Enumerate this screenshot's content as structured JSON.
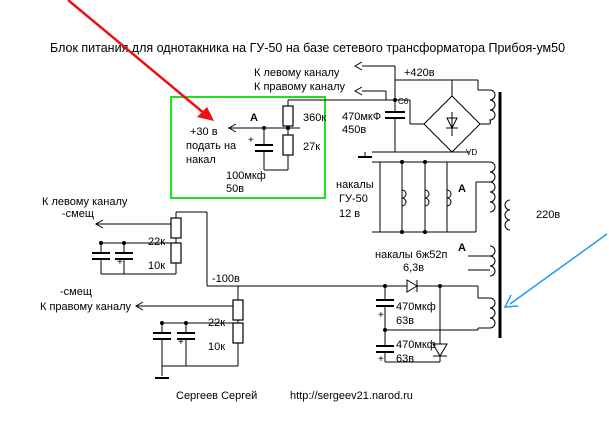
{
  "title": "Блок питания для однотакника на ГУ-50 на базе сетевого трансформатора Прибоя-ум50",
  "footer": {
    "author": "Сергеев Сергей",
    "url": "http://sergeev21.narod.ru"
  },
  "labels": {
    "to_left_channel_top": "К левому каналу",
    "to_right_channel_top": "К правому каналу",
    "plus_420": "+420в",
    "c6": "C6",
    "c6_value": "470мкФ",
    "c6_voltage": "450в",
    "point_a_box": "А",
    "r_360k": "360к",
    "r_27k": "27к",
    "plus_30": "+30 в",
    "apply_to": "подать на",
    "heater": "накал",
    "cap_100_value": "100мкф",
    "cap_100_voltage": "50в",
    "vd": "VD",
    "plus_sign": "+",
    "heaters_gu50": "накалы",
    "gu50": "ГУ-50",
    "v12": "12 в",
    "winding_a1": "А",
    "winding_a2": "А",
    "mains_220": "220в",
    "heaters_6zh52p": "накалы 6ж52п",
    "v63_heater": "6,3в",
    "to_left_channel_bias": "К левому каналу",
    "bias_left": "-смещ",
    "r_22k_top": "22к",
    "r_10k_top": "10к",
    "minus_100": "-100в",
    "bias_right": "-смещ",
    "to_right_channel_bias": "К правому каналу",
    "r_22k_bottom": "22к",
    "r_10k_bottom": "10к",
    "cap_470_top_value": "470мкф",
    "cap_470_top_voltage": "63в",
    "cap_470_bottom_value": "470мкф",
    "cap_470_bottom_voltage": "63в"
  },
  "colors": {
    "highlight_box": "#22dd22",
    "red_arrow": "#ee1111",
    "blue_arrow": "#2299ee",
    "wire": "#000000"
  }
}
